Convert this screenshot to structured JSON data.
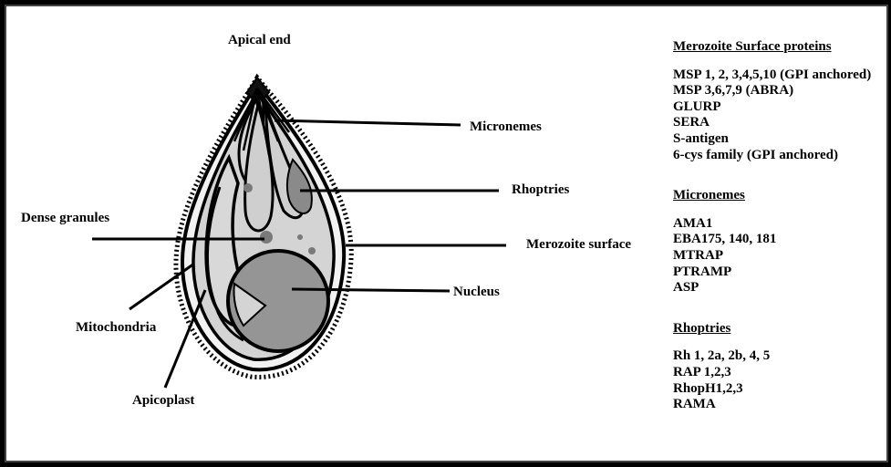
{
  "labels": {
    "apical_end": "Apical end",
    "micronemes": "Micronemes",
    "rhoptries": "Rhoptries",
    "dense_granules": "Dense granules",
    "merozoite_surface": "Merozoite surface",
    "nucleus": "Nucleus",
    "mitochondria": "Mitochondria",
    "apicoplast": "Apicoplast"
  },
  "protein_panel": {
    "surface_proteins": {
      "heading": "Merozoite Surface proteins",
      "items": [
        "MSP 1, 2, 3,4,5,10 (GPI anchored)",
        "MSP 3,6,7,9 (ABRA)",
        "GLURP",
        "SERA",
        "S-antigen",
        "6-cys family (GPI anchored)"
      ]
    },
    "micronemes": {
      "heading": "Micronemes",
      "items": [
        "AMA1",
        "EBA175, 140, 181",
        "MTRAP",
        "PTRAMP",
        "ASP"
      ]
    },
    "rhoptries": {
      "heading": "Rhoptries",
      "items": [
        "Rh 1, 2a, 2b, 4, 5",
        "RAP 1,2,3",
        "RhopH1,2,3",
        "RAMA"
      ]
    }
  },
  "colors": {
    "outline": "#000000",
    "cytoplasm": "#d4d4d4",
    "organelle": "#c4c4c4",
    "rhoptry_dark": "#8a8a8a",
    "nucleus": "#959595",
    "background": "#ffffff"
  }
}
